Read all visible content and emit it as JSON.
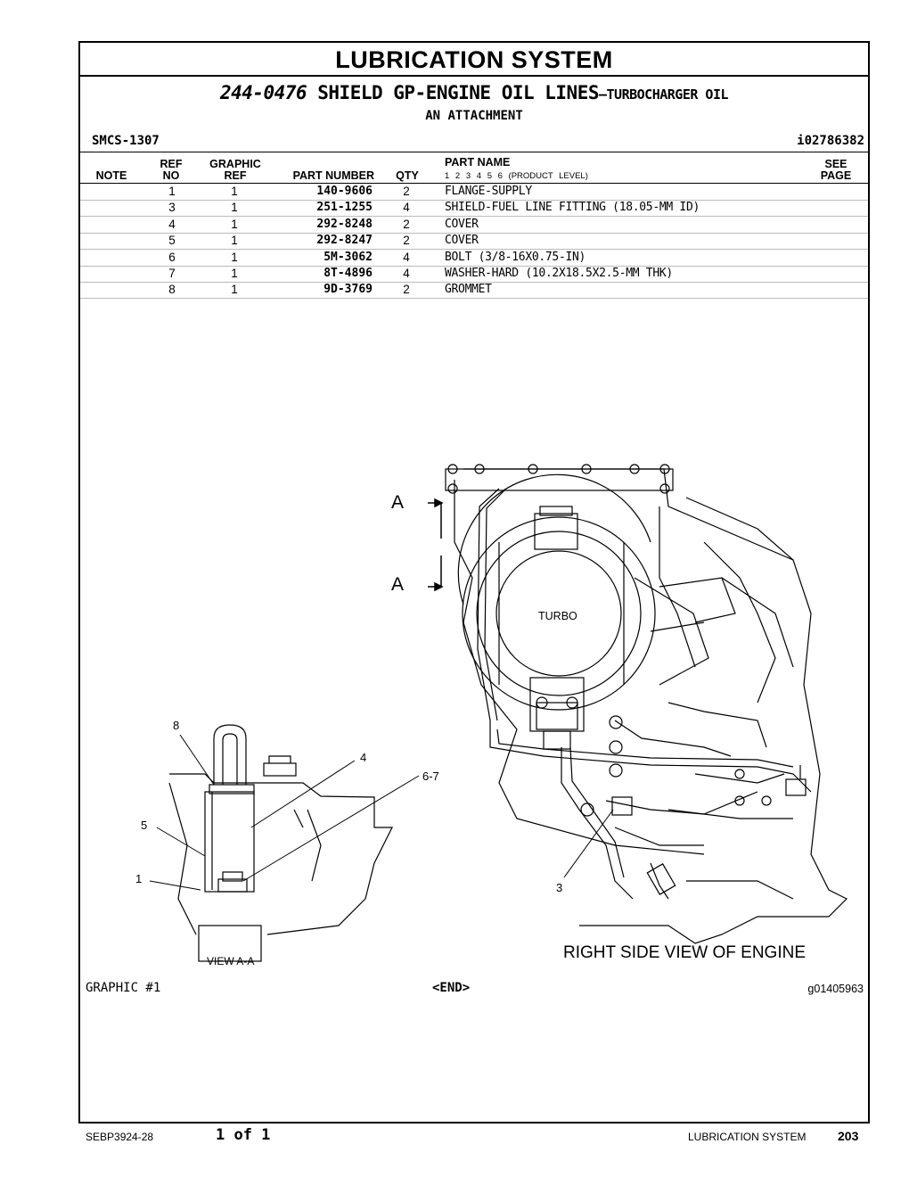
{
  "header": {
    "title": "LUBRICATION SYSTEM",
    "part_number": "244-0476",
    "name_main": " SHIELD GP-ENGINE OIL LINES",
    "name_dash": "—",
    "name_sub": "TURBOCHARGER OIL",
    "name_line2": "AN ATTACHMENT",
    "smcs": "SMCS-1307",
    "info_no": "i02786382"
  },
  "columns": {
    "note": "NOTE",
    "ref_top": "REF",
    "ref_bot": "NO",
    "graphic_top": "GRAPHIC",
    "graphic_bot": "REF",
    "part_number": "PART NUMBER",
    "qty": "QTY",
    "part_name": "PART NAME",
    "product_level": "1 2 3 4 5 6 (PRODUCT LEVEL)",
    "see_top": "SEE",
    "see_bot": "PAGE"
  },
  "parts": [
    {
      "ref": "1",
      "graphic": "1",
      "pn": "140-9606",
      "qty": "2",
      "name": "FLANGE-SUPPLY"
    },
    {
      "ref": "3",
      "graphic": "1",
      "pn": "251-1255",
      "qty": "4",
      "name": "SHIELD-FUEL LINE FITTING (18.05-MM ID)"
    },
    {
      "ref": "4",
      "graphic": "1",
      "pn": "292-8248",
      "qty": "2",
      "name": "COVER"
    },
    {
      "ref": "5",
      "graphic": "1",
      "pn": "292-8247",
      "qty": "2",
      "name": "COVER"
    },
    {
      "ref": "6",
      "graphic": "1",
      "pn": "5M-3062",
      "qty": "4",
      "name": "BOLT (3/8-16X0.75-IN)"
    },
    {
      "ref": "7",
      "graphic": "1",
      "pn": "8T-4896",
      "qty": "4",
      "name": "WASHER-HARD (10.2X18.5X2.5-MM THK)"
    },
    {
      "ref": "8",
      "graphic": "1",
      "pn": "9D-3769",
      "qty": "2",
      "name": "GROMMET"
    }
  ],
  "illustration": {
    "section_a_top": "A",
    "section_a_bottom": "A",
    "turbo": "TURBO",
    "callout_8": "8",
    "callout_4": "4",
    "callout_67": "6-7",
    "callout_5": "5",
    "callout_1": "1",
    "callout_3": "3",
    "view_aa": "VIEW A-A",
    "right_side": "RIGHT SIDE VIEW OF ENGINE"
  },
  "graphic": {
    "label": "GRAPHIC #1",
    "end": "<END>",
    "id": "g01405963"
  },
  "footer": {
    "doc": "SEBP3924-28",
    "page_of": "1 of 1",
    "section": "LUBRICATION SYSTEM",
    "page": "203"
  }
}
